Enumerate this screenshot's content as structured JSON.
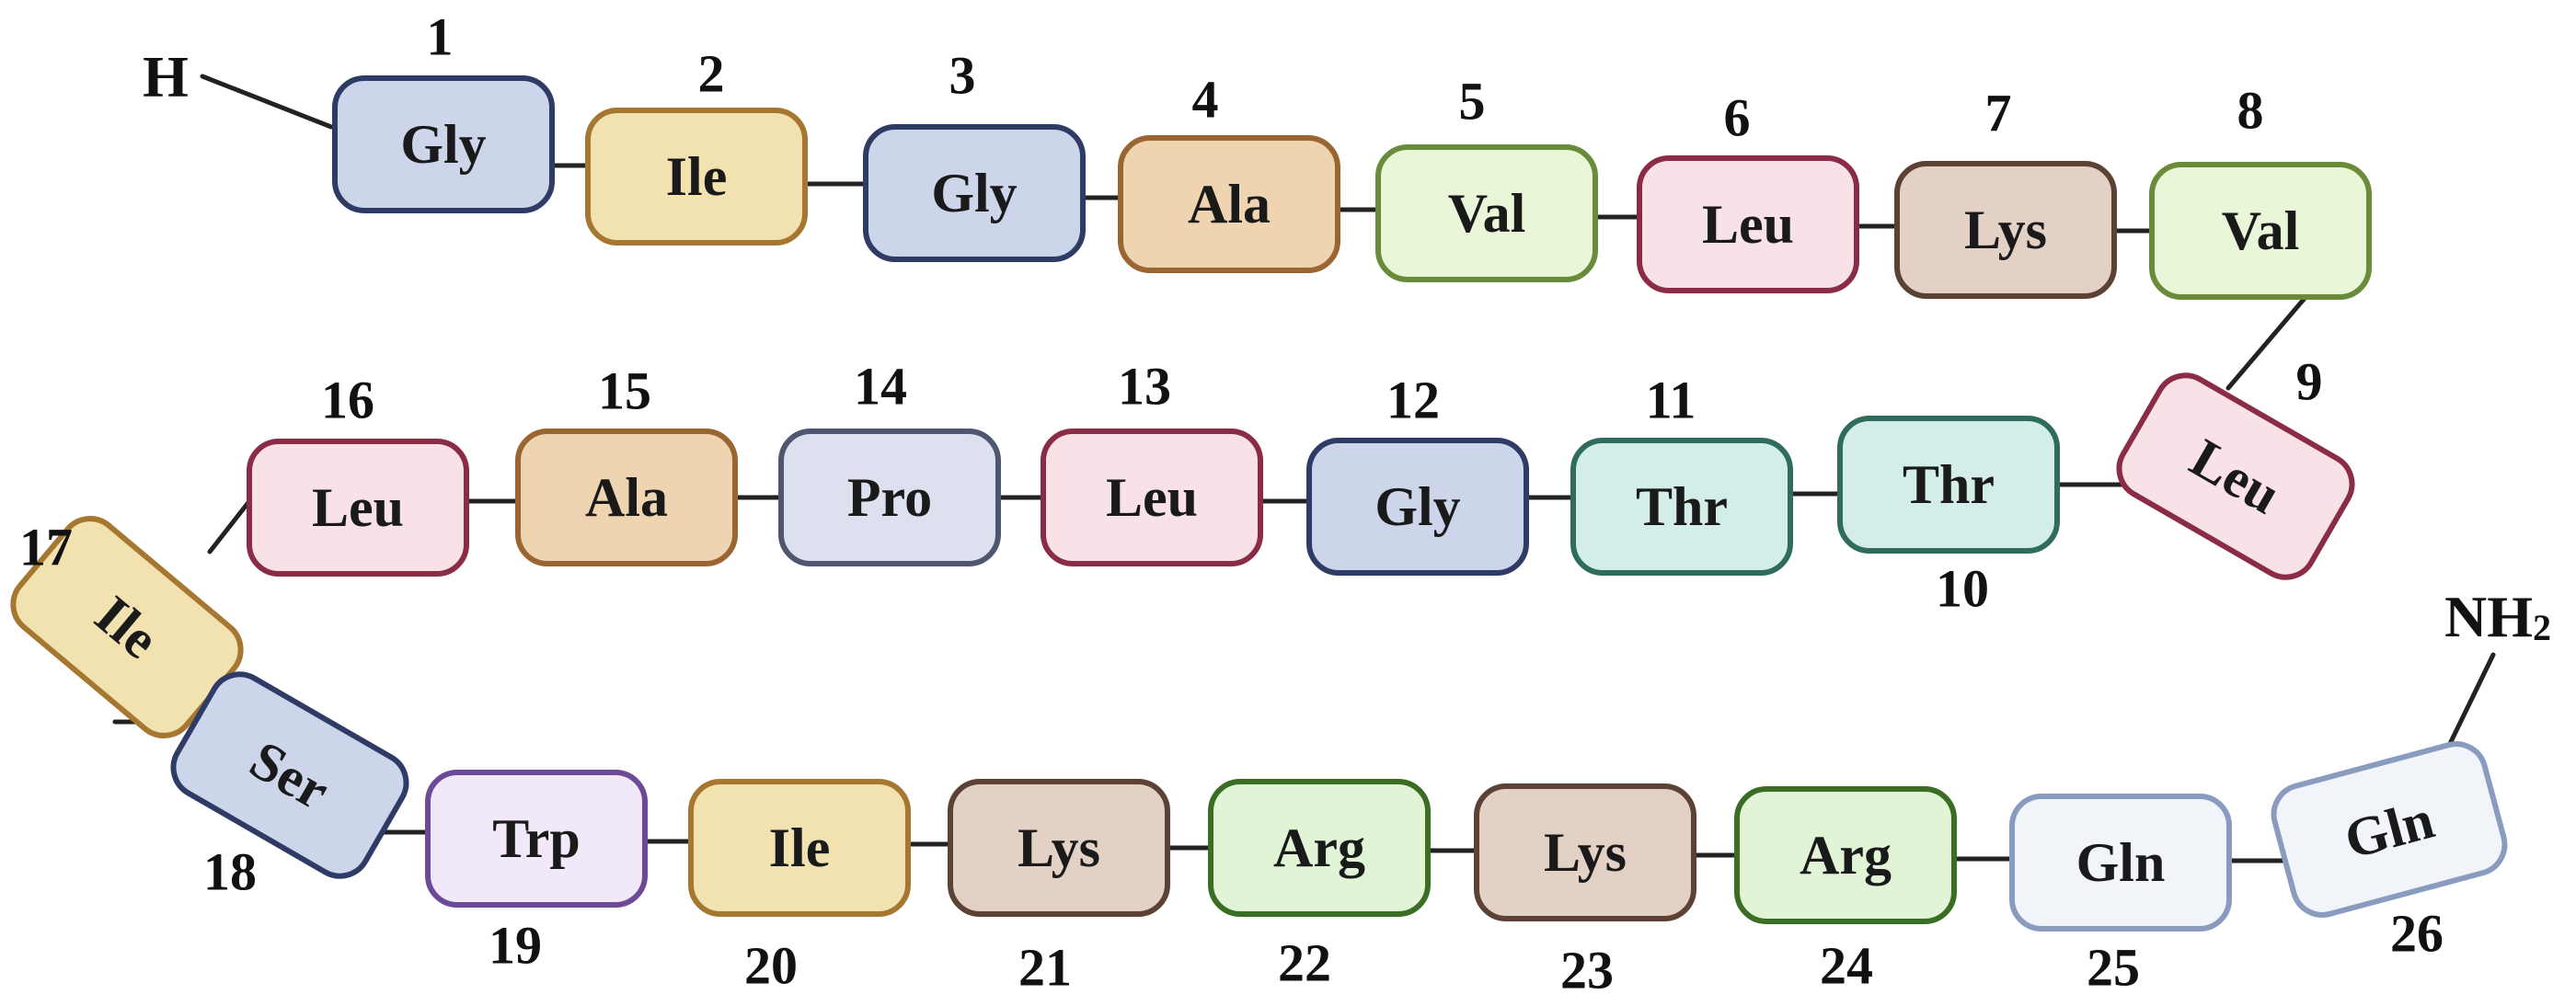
{
  "n_terminus": "H",
  "c_terminus": {
    "main": "NH",
    "subscript": "2"
  },
  "residues": [
    {
      "n": "1",
      "name": "Gly",
      "fill": "#cdd5ea",
      "stroke": "#2e3b65"
    },
    {
      "n": "2",
      "name": "Ile",
      "fill": "#f2e2b0",
      "stroke": "#a57730"
    },
    {
      "n": "3",
      "name": "Gly",
      "fill": "#cdd5ea",
      "stroke": "#2e3b65"
    },
    {
      "n": "4",
      "name": "Ala",
      "fill": "#efd4b2",
      "stroke": "#9a6530"
    },
    {
      "n": "5",
      "name": "Val",
      "fill": "#e9f6d8",
      "stroke": "#6a8c3a"
    },
    {
      "n": "6",
      "name": "Leu",
      "fill": "#f9e1e8",
      "stroke": "#8b2c46"
    },
    {
      "n": "7",
      "name": "Lys",
      "fill": "#e2d1c4",
      "stroke": "#5b4234"
    },
    {
      "n": "8",
      "name": "Val",
      "fill": "#e9f6d8",
      "stroke": "#6a8c3a"
    },
    {
      "n": "9",
      "name": "Leu",
      "fill": "#f9e1e8",
      "stroke": "#8b2c46"
    },
    {
      "n": "10",
      "name": "Thr",
      "fill": "#d3eee8",
      "stroke": "#2f6c5e"
    },
    {
      "n": "11",
      "name": "Thr",
      "fill": "#d3eee8",
      "stroke": "#2f6c5e"
    },
    {
      "n": "12",
      "name": "Gly",
      "fill": "#cdd5ea",
      "stroke": "#2e3b65"
    },
    {
      "n": "13",
      "name": "Leu",
      "fill": "#f9e1e8",
      "stroke": "#8b2c46"
    },
    {
      "n": "14",
      "name": "Pro",
      "fill": "#dde0ee",
      "stroke": "#4f5770"
    },
    {
      "n": "15",
      "name": "Ala",
      "fill": "#efd4b2",
      "stroke": "#9a6530"
    },
    {
      "n": "16",
      "name": "Leu",
      "fill": "#f9e1e8",
      "stroke": "#8b2c46"
    },
    {
      "n": "17",
      "name": "Ile",
      "fill": "#f2e2b0",
      "stroke": "#a57730"
    },
    {
      "n": "18",
      "name": "Ser",
      "fill": "#cdd5ea",
      "stroke": "#2e3b65"
    },
    {
      "n": "19",
      "name": "Trp",
      "fill": "#f1e9fa",
      "stroke": "#6c4a98"
    },
    {
      "n": "20",
      "name": "Ile",
      "fill": "#f2e2b0",
      "stroke": "#a57730"
    },
    {
      "n": "21",
      "name": "Lys",
      "fill": "#e2d1c4",
      "stroke": "#5b4234"
    },
    {
      "n": "22",
      "name": "Arg",
      "fill": "#e1f4d6",
      "stroke": "#3a6e24"
    },
    {
      "n": "23",
      "name": "Lys",
      "fill": "#e2d1c4",
      "stroke": "#5b4234"
    },
    {
      "n": "24",
      "name": "Arg",
      "fill": "#e1f4d6",
      "stroke": "#3a6e24"
    },
    {
      "n": "25",
      "name": "Gln",
      "fill": "#f1f4f9",
      "stroke": "#8a9bc0"
    },
    {
      "n": "26",
      "name": "Gln",
      "fill": "#f1f4f9",
      "stroke": "#8a9bc0"
    }
  ]
}
